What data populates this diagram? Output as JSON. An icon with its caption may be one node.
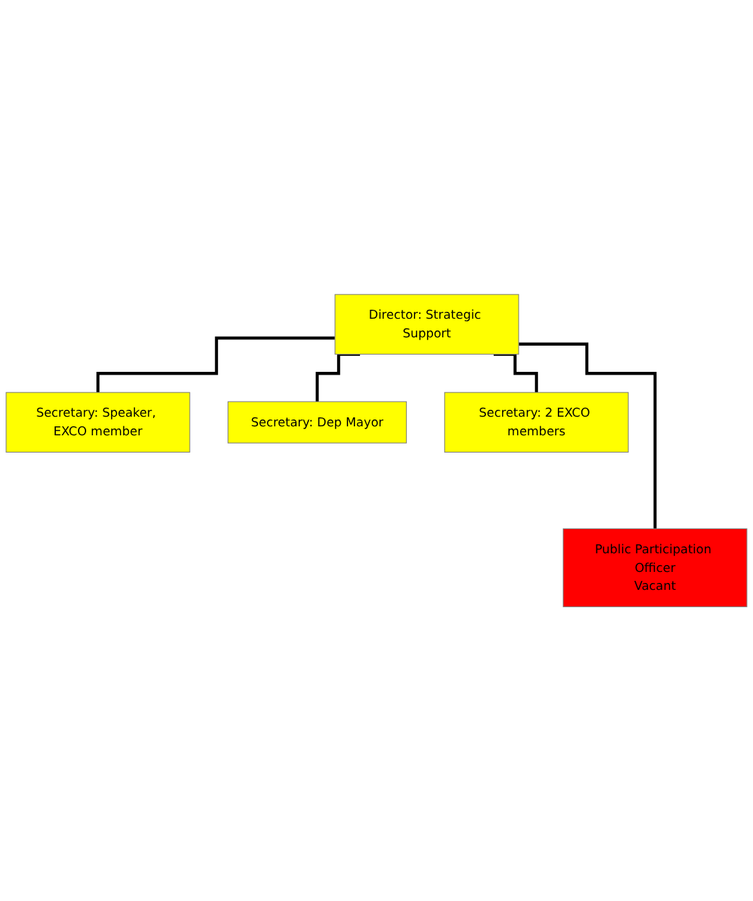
{
  "diagram": {
    "nodes": [
      {
        "text": [
          "Director: Strategic Support"
        ]
      },
      {
        "text": [
          "Secretary: Speaker, EXCO member"
        ]
      },
      {
        "text": [
          "Secretary: Dep Mayor"
        ]
      },
      {
        "text": [
          "Secretary: 2 EXCO members"
        ]
      },
      {
        "text": [
          "Public Participation Officer",
          "Vacant"
        ]
      }
    ],
    "edges": [
      {
        "from": 0,
        "to": 1,
        "arrow": "none"
      },
      {
        "from": 0,
        "to": 2,
        "arrow": "none"
      },
      {
        "from": 0,
        "to": 3,
        "arrow": "none"
      },
      {
        "from": 0,
        "to": 4,
        "arrow": "none"
      }
    ]
  }
}
